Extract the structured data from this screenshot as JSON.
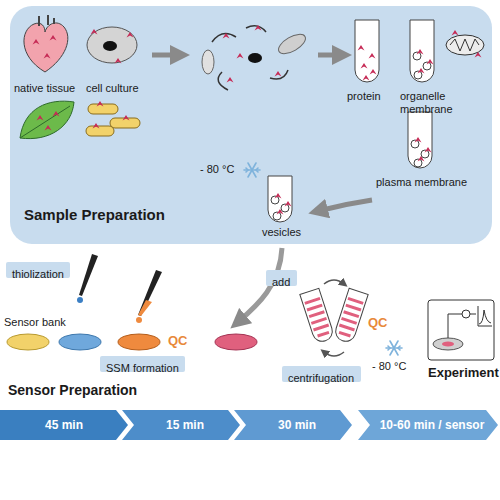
{
  "diagram": {
    "nodes": [
      {
        "text": [
          "Sample Preparation"
        ]
      },
      {
        "text": [
          "thiolization"
        ]
      },
      {
        "text": [
          "SSM formation"
        ]
      },
      {
        "text": [
          "add"
        ]
      },
      {
        "text": [
          "centrifugation"
        ]
      },
      {
        "text": [
          "45 min"
        ]
      },
      {
        "text": [
          "15 min"
        ]
      },
      {
        "text": [
          "30 min"
        ]
      },
      {
        "text": [
          "10-60 min / sensor"
        ]
      }
    ],
    "labels": [
      "native tissue",
      "cell culture",
      "protein",
      "organelle membrane",
      "plasma membrane",
      "vesicles",
      "- 80 °C",
      "Sensor bank",
      "QC",
      "QC",
      "- 80 °C",
      "Sensor Preparation",
      "Experiment"
    ]
  }
}
